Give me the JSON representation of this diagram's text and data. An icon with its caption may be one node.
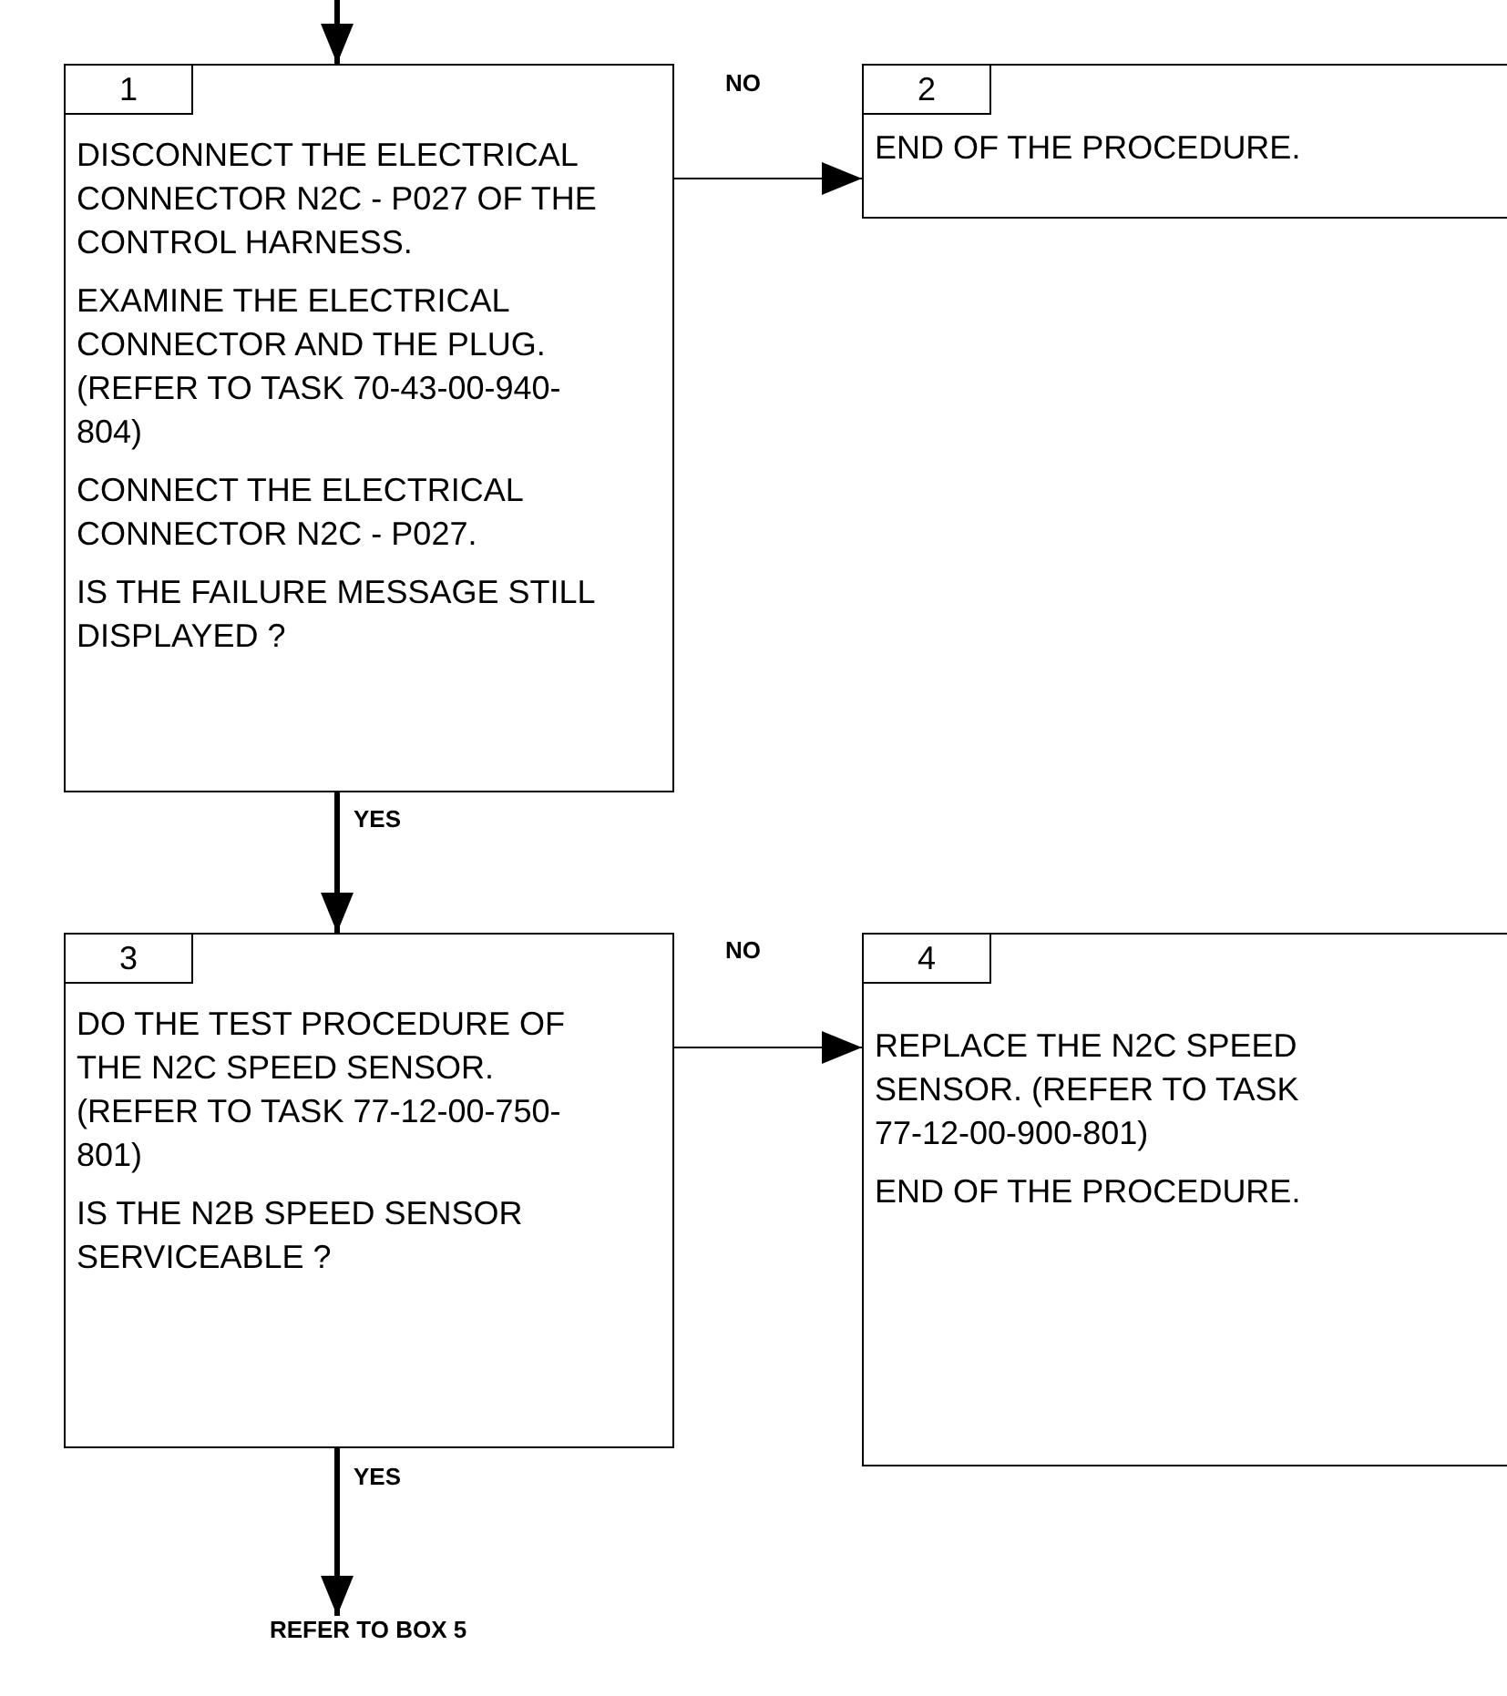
{
  "diagram": {
    "nodes": [
      {
        "text": [
          "1",
          "DISCONNECT THE ELECTRICAL CONNECTOR N2C - P027 OF THE CONTROL HARNESS.",
          "EXAMINE THE ELECTRICAL CONNECTOR AND THE PLUG. (REFER TO TASK 70-43-00-940-804)",
          "CONNECT THE ELECTRICAL CONNECTOR N2C - P027.",
          "IS THE FAILURE MESSAGE STILL DISPLAYED ?"
        ]
      },
      {
        "text": [
          "2",
          "END OF THE PROCEDURE."
        ]
      },
      {
        "text": [
          "3",
          "DO THE TEST PROCEDURE OF THE N2C SPEED SENSOR. (REFER TO TASK 77-12-00-750-801)",
          "IS THE N2B SPEED SENSOR SERVICEABLE ?"
        ]
      },
      {
        "text": [
          "4",
          "REPLACE THE N2C SPEED SENSOR. (REFER TO TASK 77-12-00-900-801)",
          "END OF THE PROCEDURE."
        ]
      },
      {
        "text": [
          "REFER TO BOX 5"
        ]
      }
    ],
    "edges": [
      {
        "from": null,
        "to": 0,
        "arrow": "to"
      },
      {
        "from": 0,
        "to": 1,
        "arrow": "to",
        "label": "NO"
      },
      {
        "from": 0,
        "to": 2,
        "arrow": "to",
        "label": "YES"
      },
      {
        "from": 2,
        "to": 3,
        "arrow": "to",
        "label": "NO"
      },
      {
        "from": 2,
        "to": 4,
        "arrow": "to",
        "label": "YES"
      }
    ]
  }
}
